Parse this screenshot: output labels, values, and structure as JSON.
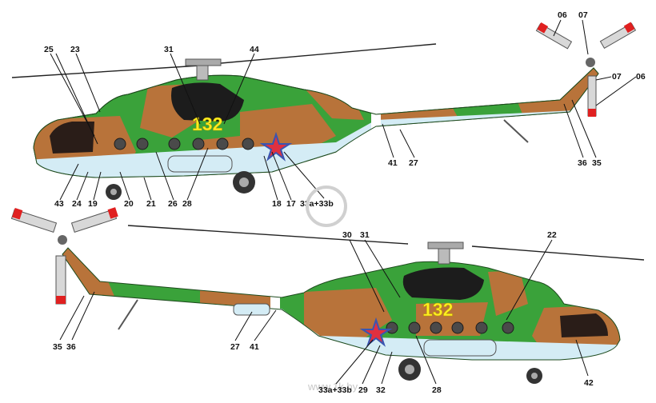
{
  "tail_number": "132",
  "colors": {
    "green": "#3aa23a",
    "brown": "#b8733a",
    "underside": "#d4ecf5",
    "star_red": "#e03040",
    "star_blue": "#3a55b0",
    "tail_number": "#ffee22",
    "blade": "#d8d8d8",
    "blade_tip": "#e02020"
  },
  "top_view": {
    "callouts": {
      "c06a": "06",
      "c07a": "07",
      "c07b": "07",
      "c06b": "06",
      "c25": "25",
      "c23": "23",
      "c31": "31",
      "c44": "44",
      "c43": "43",
      "c24": "24",
      "c19": "19",
      "c20": "20",
      "c21": "21",
      "c26": "26",
      "c28": "28",
      "c18": "18",
      "c17": "17",
      "c33": "33a+33b",
      "c41": "41",
      "c27": "27",
      "c36": "36",
      "c35": "35"
    }
  },
  "bottom_view": {
    "callouts": {
      "c30": "30",
      "c31": "31",
      "c22": "22",
      "c35": "35",
      "c36": "36",
      "c27": "27",
      "c41": "41",
      "c33": "33a+33b",
      "c29": "29",
      "c32": "32",
      "c28": "28",
      "c42": "42"
    }
  },
  "watermark": "www.1k.by"
}
